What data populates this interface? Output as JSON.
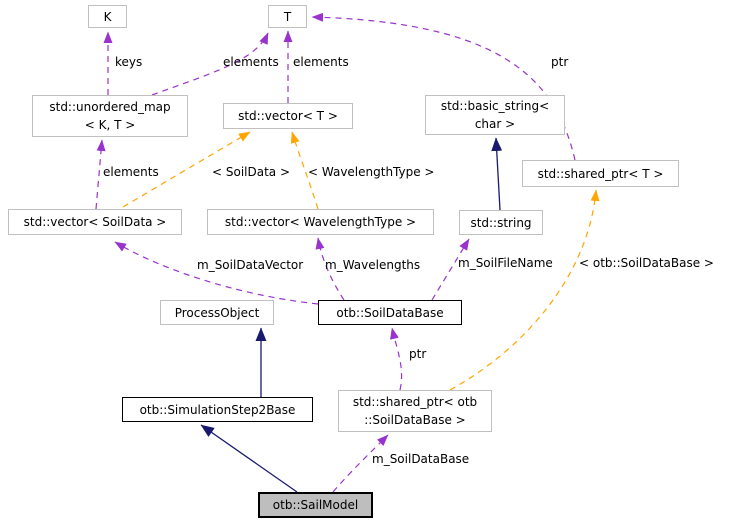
{
  "diagram": {
    "kind": "doxygen-collaboration-graph",
    "colors": {
      "usage_edge": "#9a32cd",
      "template_edge": "#ffa500",
      "inheritance_edge": "#191970",
      "plain_node_border": "#c0c0c0",
      "documented_node_border": "#000000",
      "current_node_fill": "#bebebe",
      "background": "#ffffff"
    },
    "nodes": [
      {
        "id": "k",
        "l1": "K"
      },
      {
        "id": "t",
        "l1": "T"
      },
      {
        "id": "unordered-map",
        "l1": "std::unordered_map",
        "l2": "< K, T >"
      },
      {
        "id": "vector-t",
        "l1": "std::vector< T >"
      },
      {
        "id": "basic-string",
        "l1": "std::basic_string<",
        "l2": "char >"
      },
      {
        "id": "shared-ptr-t",
        "l1": "std::shared_ptr< T >"
      },
      {
        "id": "vector-soildata",
        "l1": "std::vector< SoilData >"
      },
      {
        "id": "vector-wavelengthtype",
        "l1": "std::vector< WavelengthType >"
      },
      {
        "id": "string",
        "l1": "std::string"
      },
      {
        "id": "process-object",
        "l1": "ProcessObject"
      },
      {
        "id": "soildatabase",
        "l1": "otb::SoilDataBase"
      },
      {
        "id": "shared-ptr-soildatabase",
        "l1": "std::shared_ptr< otb",
        "l2": "::SoilDataBase >"
      },
      {
        "id": "simulationstep2base",
        "l1": "otb::SimulationStep2Base"
      },
      {
        "id": "sailmodel",
        "l1": "otb::SailModel"
      }
    ],
    "edge_labels": {
      "keys": "keys",
      "elements_map_t": "elements",
      "elements_vec_t": "elements",
      "ptr_top": "ptr",
      "elements_vec_map": "elements",
      "tmpl_soildata": "< SoilData >",
      "tmpl_wavelengthtype": "< WavelengthType >",
      "m_soildatavector": "m_SoilDataVector",
      "m_wavelengths": "m_Wavelengths",
      "m_soilfilename": "m_SoilFileName",
      "tmpl_soildatabase": "< otb::SoilDataBase >",
      "ptr_mid": "ptr",
      "m_soildatabase": "m_SoilDataBase"
    },
    "edges": [
      {
        "from": "std::unordered_map< K, T >",
        "to": "K",
        "label": "keys",
        "kind": "usage"
      },
      {
        "from": "std::unordered_map< K, T >",
        "to": "T",
        "label": "elements",
        "kind": "usage"
      },
      {
        "from": "std::vector< T >",
        "to": "T",
        "label": "elements",
        "kind": "usage"
      },
      {
        "from": "std::shared_ptr< T >",
        "to": "T",
        "label": "ptr",
        "kind": "usage"
      },
      {
        "from": "std::vector< SoilData >",
        "to": "std::unordered_map< K, T >",
        "label": "elements",
        "kind": "usage"
      },
      {
        "from": "std::vector< SoilData >",
        "to": "std::vector< T >",
        "label": "< SoilData >",
        "kind": "template"
      },
      {
        "from": "std::vector< WavelengthType >",
        "to": "std::vector< T >",
        "label": "< WavelengthType >",
        "kind": "template"
      },
      {
        "from": "std::string",
        "to": "std::basic_string< char >",
        "label": "",
        "kind": "inheritance"
      },
      {
        "from": "otb::SoilDataBase",
        "to": "std::vector< SoilData >",
        "label": "m_SoilDataVector",
        "kind": "usage"
      },
      {
        "from": "otb::SoilDataBase",
        "to": "std::vector< WavelengthType >",
        "label": "m_Wavelengths",
        "kind": "usage"
      },
      {
        "from": "otb::SoilDataBase",
        "to": "std::string",
        "label": "m_SoilFileName",
        "kind": "usage"
      },
      {
        "from": "std::shared_ptr< otb::SoilDataBase >",
        "to": "std::shared_ptr< T >",
        "label": "< otb::SoilDataBase >",
        "kind": "template"
      },
      {
        "from": "std::shared_ptr< otb::SoilDataBase >",
        "to": "otb::SoilDataBase",
        "label": "ptr",
        "kind": "usage"
      },
      {
        "from": "otb::SimulationStep2Base",
        "to": "ProcessObject",
        "label": "",
        "kind": "inheritance"
      },
      {
        "from": "otb::SailModel",
        "to": "otb::SimulationStep2Base",
        "label": "",
        "kind": "inheritance"
      },
      {
        "from": "otb::SailModel",
        "to": "std::shared_ptr< otb::SoilDataBase >",
        "label": "m_SoilDataBase",
        "kind": "usage"
      }
    ]
  }
}
